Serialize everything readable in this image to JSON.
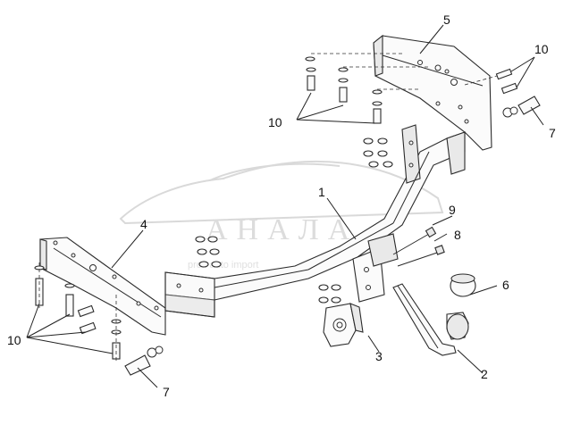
{
  "watermark": {
    "brand_text": "АНАЛА",
    "sub_text": "profi auto import"
  },
  "callouts": {
    "drawbar": "1",
    "tow_ball_neck": "2",
    "socket_plate": "3",
    "left_bracket": "4",
    "right_bracket": "5",
    "ball_cap": "6",
    "bolt_right": "7",
    "bolt_left": "7",
    "bolt_set_8": "8",
    "bolt_set_9": "9",
    "fasteners_top_right": "10",
    "fasteners_top_left": "10",
    "fasteners_bottom_left": "10"
  }
}
